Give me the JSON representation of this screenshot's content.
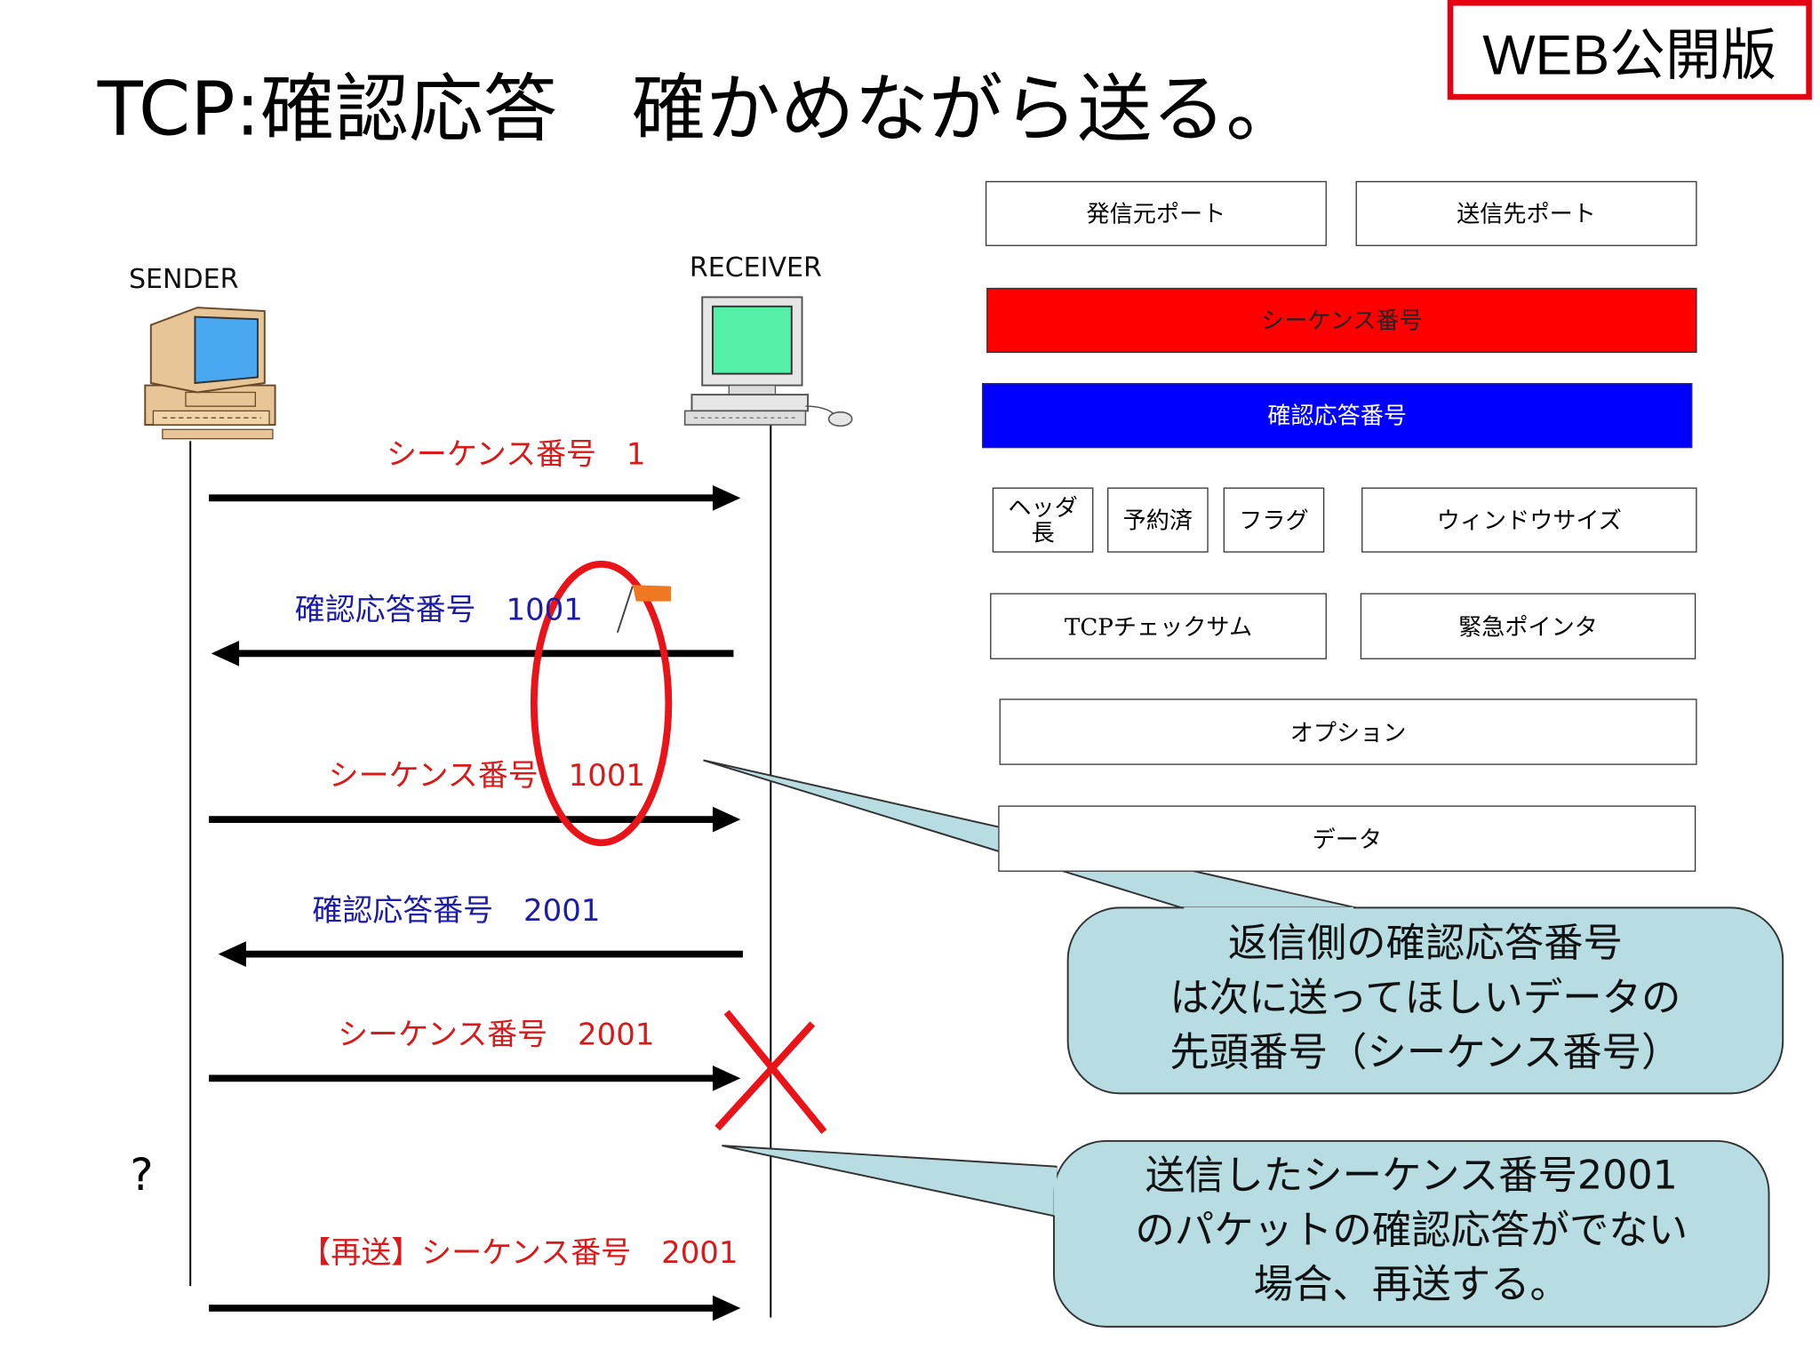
{
  "badge": "WEB公開版",
  "title": "TCP:確認応答　確かめながら送る。",
  "sender_label": "SENDER",
  "receiver_label": "RECEIVER",
  "messages": [
    {
      "text": "シーケンス番号　1",
      "color": "#d91a1a"
    },
    {
      "text": "確認応答番号　1001",
      "color": "#1c1ca8"
    },
    {
      "text": "シーケンス番号　1001",
      "color": "#d91a1a"
    },
    {
      "text": "確認応答番号　2001",
      "color": "#1c1ca8"
    },
    {
      "text": "シーケンス番号　2001",
      "color": "#d91a1a"
    },
    {
      "text": "【再送】シーケンス番号　2001",
      "color": "#d91a1a"
    }
  ],
  "question": "?",
  "header_fields": {
    "src_port": "発信元ポート",
    "dst_port": "送信先ポート",
    "sequence": "シーケンス番号",
    "ack": "確認応答番号",
    "header_len_1": "ヘッダ",
    "header_len_2": "長",
    "reserved": "予約済",
    "flags": "フラグ",
    "window": "ウィンドウサイズ",
    "checksum": "TCPチェックサム",
    "urgent": "緊急ポインタ",
    "options": "オプション",
    "data": "データ"
  },
  "callouts": {
    "ack_note": [
      "返信側の確認応答番号",
      "は次に送ってほしいデータの",
      "先頭番号（シーケンス番号）"
    ],
    "resend_note": [
      "送信したシーケンス番号2001",
      "のパケットの確認応答がでない",
      "場合、再送する。"
    ]
  },
  "colors": {
    "accent_red": "#ff0000",
    "accent_blue": "#0000ff",
    "callout_fill": "#b7dde3",
    "badge_border": "#e60012"
  }
}
